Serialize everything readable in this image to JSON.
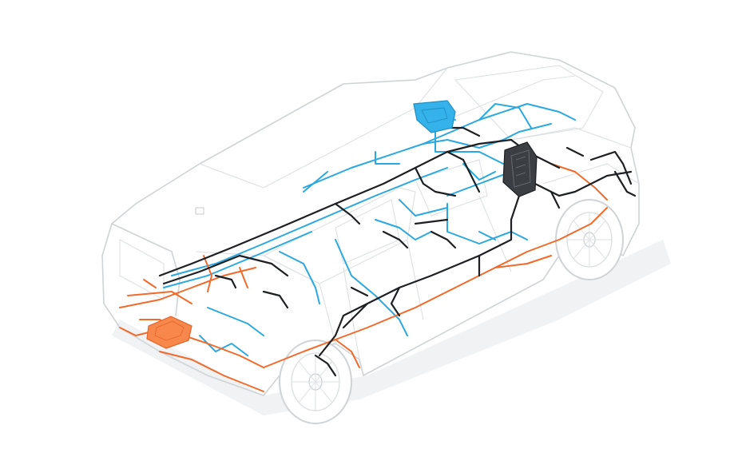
{
  "image": {
    "title": ""
  },
  "colors": {
    "body_outline": "#cfd3d6",
    "shadow": "#f1f2f3",
    "wire_blue": "#2aa9e0",
    "wire_orange": "#f06a2b",
    "wire_black": "#1d1f22",
    "module_blue": "#35b2ea",
    "module_orange": "#f7874a",
    "module_dark": "#3b3f44"
  },
  "components": [
    {
      "name": "roof-control-module",
      "color": "module_blue"
    },
    {
      "name": "engine-bay-control-module",
      "color": "module_dark"
    },
    {
      "name": "rear-control-module",
      "color": "module_orange"
    }
  ],
  "harnesses": [
    "blue",
    "orange",
    "black"
  ],
  "wheels": [
    "front-right-wheel",
    "rear-right-wheel"
  ]
}
